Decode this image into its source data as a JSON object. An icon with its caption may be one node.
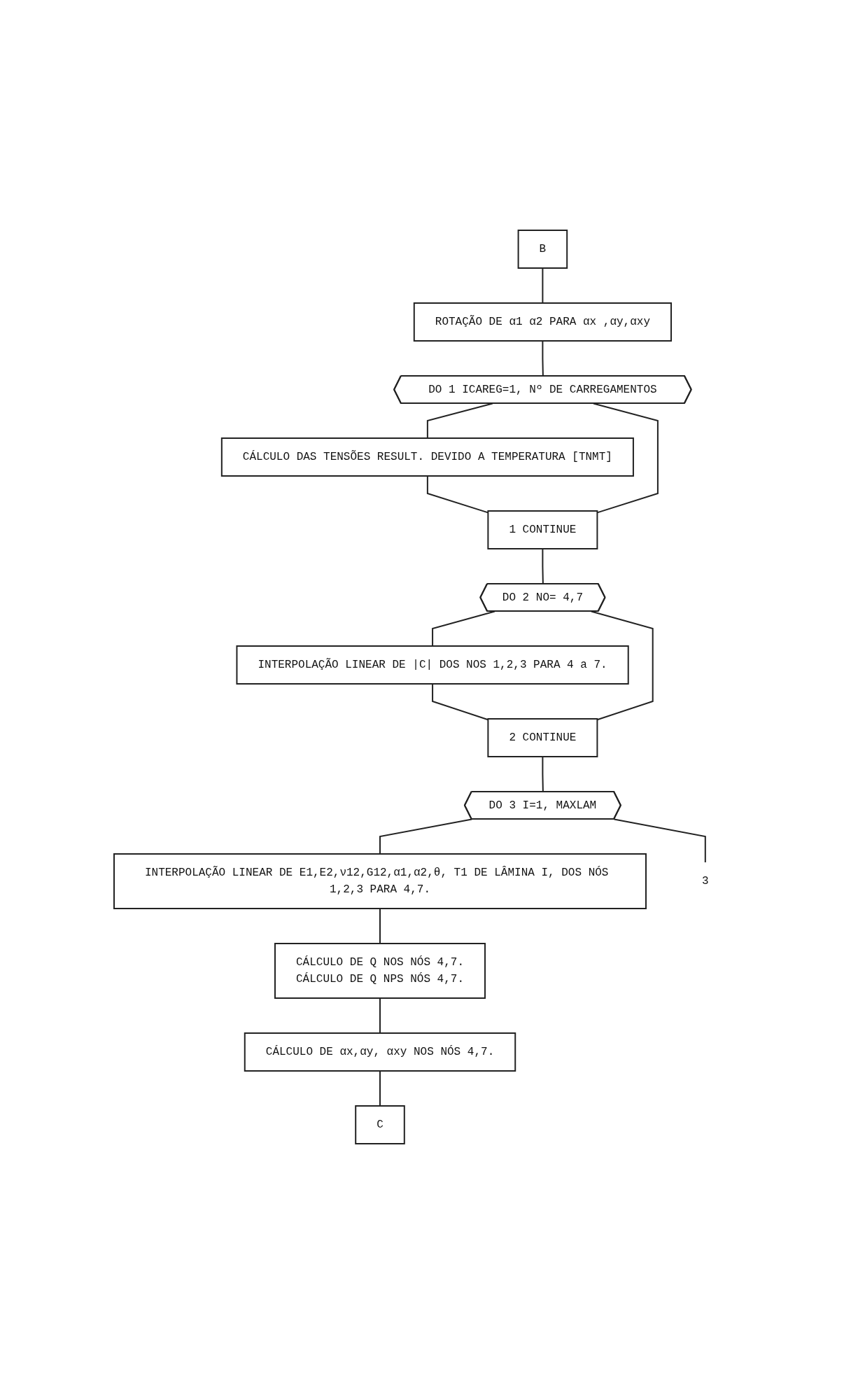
{
  "diagram": {
    "nodes": [
      {
        "text": [
          "B"
        ]
      },
      {
        "text": [
          "ROTAÇÃO DE α1 α2 PARA αx ,αy,αxy"
        ]
      },
      {
        "text": [
          "DO 1 ICAREG=1, Nº DE CARREGAMENTOS"
        ]
      },
      {
        "text": [
          "CÁLCULO DAS TENSÕES RESULT. DEVIDO A TEMPERATURA [TNMT]"
        ]
      },
      {
        "text": [
          "1 CONTINUE"
        ]
      },
      {
        "text": [
          "DO 2 NO= 4,7"
        ]
      },
      {
        "text": [
          "INTERPOLAÇÃO LINEAR DE |C| DOS NOS 1,2,3 PARA 4 a 7."
        ]
      },
      {
        "text": [
          "2 CONTINUE"
        ]
      },
      {
        "text": [
          "DO 3 I=1, MAXLAM"
        ]
      },
      {
        "text": [
          "INTERPOLAÇÃO LINEAR DE E1,E2,ν12,G12,α1,α2,θ, T1 DE LÂMINA I, DOS NÓS 1,2,3 PARA 4,7."
        ]
      },
      {
        "text": [
          "CÁLCULO DE Q NOS NÓS 4,7.",
          "CÁLCULO DE Q NPS NÓS 4,7."
        ]
      },
      {
        "text": [
          "CÁLCULO DE αx,αy, αxy NOS NÓS 4,7."
        ]
      },
      {
        "text": [
          "C"
        ]
      },
      {
        "text": [
          "3"
        ]
      }
    ],
    "edges": [
      {
        "from": 0,
        "to": 1,
        "arrow": "none"
      },
      {
        "from": 1,
        "to": 2,
        "arrow": "none"
      },
      {
        "from": 2,
        "to": 3,
        "arrow": "none"
      },
      {
        "from": 3,
        "to": 4,
        "arrow": "none"
      },
      {
        "from": 4,
        "to": 2,
        "arrow": "none"
      },
      {
        "from": 4,
        "to": 5,
        "arrow": "none"
      },
      {
        "from": 5,
        "to": 6,
        "arrow": "none"
      },
      {
        "from": 6,
        "to": 7,
        "arrow": "none"
      },
      {
        "from": 7,
        "to": 5,
        "arrow": "none"
      },
      {
        "from": 7,
        "to": 8,
        "arrow": "none"
      },
      {
        "from": 8,
        "to": 9,
        "arrow": "none"
      },
      {
        "from": 9,
        "to": 10,
        "arrow": "none"
      },
      {
        "from": 10,
        "to": 11,
        "arrow": "none"
      },
      {
        "from": 11,
        "to": 12,
        "arrow": "none"
      },
      {
        "from": 8,
        "to": 13,
        "arrow": "none"
      }
    ]
  }
}
